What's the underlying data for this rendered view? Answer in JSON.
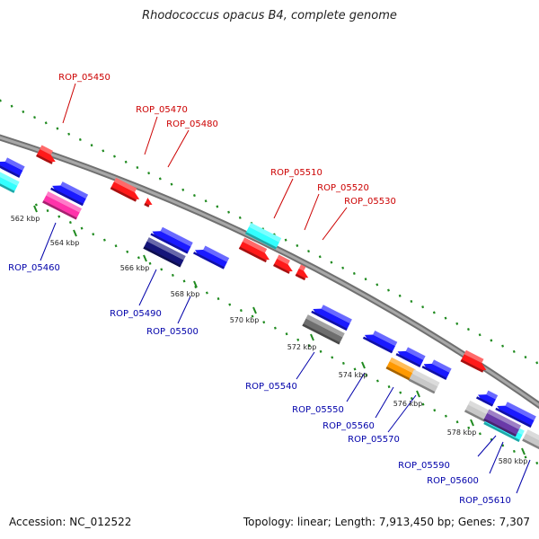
{
  "title": "Rhodococcus opacus B4, complete genome",
  "footer": {
    "accession": "Accession: NC_012522",
    "info": "Topology: linear; Length: 7,913,450 bp; Genes: 7,307"
  },
  "colors": {
    "backbone": "#8a8a8a",
    "plus_strand_label": "#cc0000",
    "minus_strand_label": "#0000aa",
    "scale_dots": "#1f8a1f",
    "tick_label": "#222222",
    "gene_red": "#ff1a1a",
    "gene_blue": "#1a1aff",
    "gene_navy": "#15157a",
    "gene_cyan": "#33ffff",
    "gene_magenta": "#ff33aa",
    "gene_gray": "#6e6e6e",
    "gene_silver": "#c8c8c8",
    "gene_orange": "#ff9900",
    "gene_purple": "#6a3aa8"
  },
  "ticks": [
    "562 kbp",
    "564 kbp",
    "566 kbp",
    "568 kbp",
    "570 kbp",
    "572 kbp",
    "574 kbp",
    "576 kbp",
    "578 kbp",
    "580 kbp"
  ],
  "plus_labels": [
    "ROP_05450",
    "ROP_05470",
    "ROP_05480",
    "ROP_05510",
    "ROP_05520",
    "ROP_05530"
  ],
  "minus_labels": [
    "ROP_05460",
    "ROP_05490",
    "ROP_05500",
    "ROP_05540",
    "ROP_05550",
    "ROP_05560",
    "ROP_05570",
    "ROP_05590",
    "ROP_05600",
    "ROP_05610"
  ]
}
